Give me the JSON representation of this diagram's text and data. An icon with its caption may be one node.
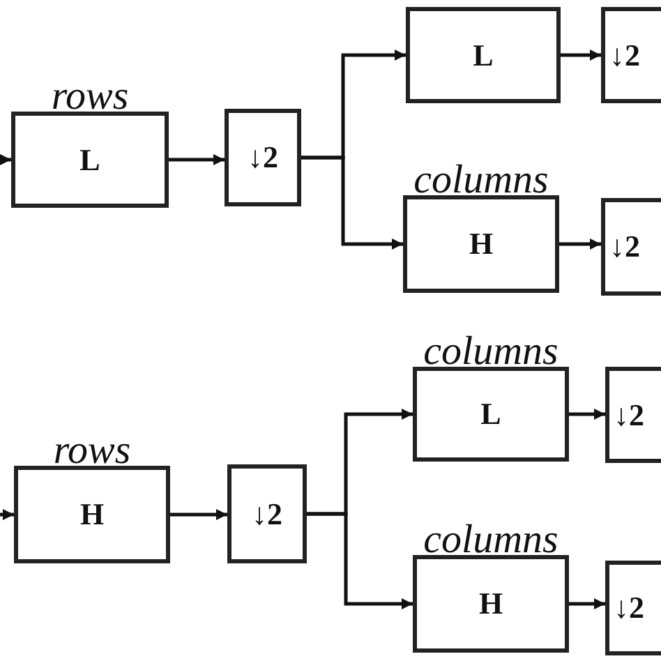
{
  "diagram": {
    "nodes": [
      {
        "text": [
          "rows",
          "L"
        ]
      },
      {
        "text": [
          "↓2"
        ]
      },
      {
        "text": [
          "L"
        ]
      },
      {
        "text": [
          "↓2"
        ]
      },
      {
        "text": [
          "columns",
          "H"
        ]
      },
      {
        "text": [
          "↓2"
        ]
      },
      {
        "text": [
          "rows",
          "H"
        ]
      },
      {
        "text": [
          "↓2"
        ]
      },
      {
        "text": [
          "columns",
          "L"
        ]
      },
      {
        "text": [
          "↓2"
        ]
      },
      {
        "text": [
          "columns",
          "H"
        ]
      },
      {
        "text": [
          "↓2"
        ]
      }
    ],
    "edges": [
      {
        "from": null,
        "to": 0,
        "arrow": "to"
      },
      {
        "from": 0,
        "to": 1,
        "arrow": "to"
      },
      {
        "from": 1,
        "to": 2,
        "arrow": "to"
      },
      {
        "from": 1,
        "to": 4,
        "arrow": "to"
      },
      {
        "from": 2,
        "to": 3,
        "arrow": "to"
      },
      {
        "from": 4,
        "to": 5,
        "arrow": "to"
      },
      {
        "from": null,
        "to": 6,
        "arrow": "to"
      },
      {
        "from": 6,
        "to": 7,
        "arrow": "to"
      },
      {
        "from": 7,
        "to": 8,
        "arrow": "to"
      },
      {
        "from": 7,
        "to": 10,
        "arrow": "to"
      },
      {
        "from": 8,
        "to": 9,
        "arrow": "to"
      },
      {
        "from": 10,
        "to": 11,
        "arrow": "to"
      }
    ]
  }
}
